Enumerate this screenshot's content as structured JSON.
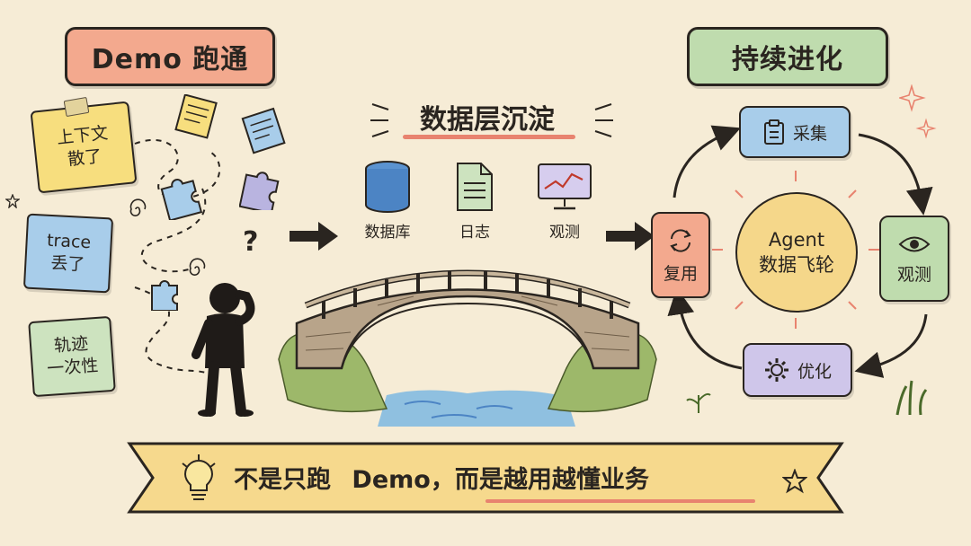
{
  "left_section": {
    "title": "Demo 跑通",
    "notes": [
      {
        "text": "上下文\n散了"
      },
      {
        "text": "trace\n丢了"
      },
      {
        "text": "轨迹\n一次性"
      }
    ],
    "question_mark": "?"
  },
  "middle_section": {
    "title": "数据层沉淀",
    "items": [
      {
        "label": "数据库",
        "icon": "database-icon"
      },
      {
        "label": "日志",
        "icon": "log-document-icon"
      },
      {
        "label": "观测",
        "icon": "monitor-chart-icon"
      }
    ]
  },
  "right_section": {
    "title": "持续进化",
    "center_line1": "Agent",
    "center_line2": "数据飞轮",
    "steps": [
      {
        "label": "采集",
        "icon": "clipboard-icon"
      },
      {
        "label": "观测",
        "icon": "eye-icon"
      },
      {
        "label": "优化",
        "icon": "gear-icon"
      },
      {
        "label": "复用",
        "icon": "refresh-icon"
      }
    ]
  },
  "banner": {
    "part1": "不是只跑",
    "part2": "Demo",
    "part3": "，而是越用越懂业务"
  },
  "colors": {
    "background": "#f6ecd6",
    "left_title": "#f3a98e",
    "right_title": "#bfdcae",
    "note_yellow": "#f7de7e",
    "note_blue": "#a8cdea",
    "note_green": "#cde3bf",
    "banner": "#f6d98d",
    "accent_red": "#e8836f"
  }
}
